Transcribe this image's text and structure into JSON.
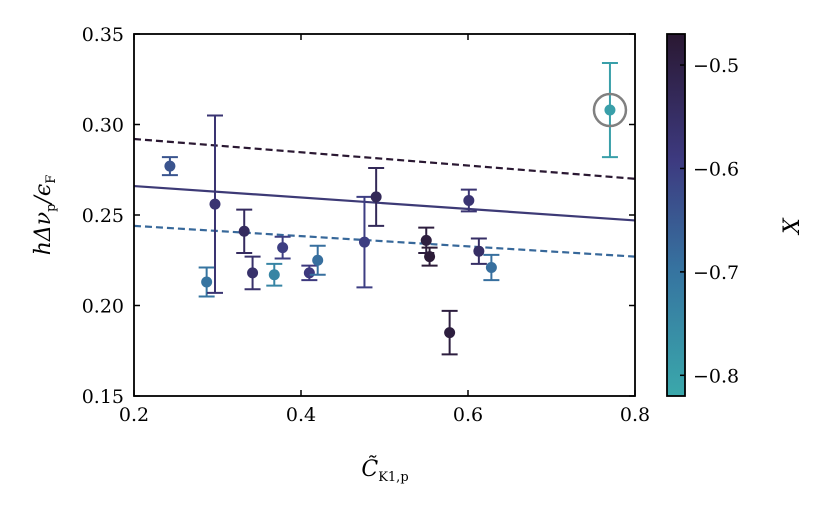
{
  "chart_data": {
    "type": "scatter",
    "xlabel": "C̃",
    "xlabel_sub": "K1,p",
    "ylabel": "hΔν",
    "ylabel_sub": "p",
    "ylabel_tail": "/ϵ",
    "ylabel_tail_sub": "F",
    "xlim": [
      0.2,
      0.8
    ],
    "ylim": [
      0.15,
      0.35
    ],
    "xticks": [
      0.2,
      0.4,
      0.6,
      0.8
    ],
    "xtick_labels": [
      "0.2",
      "0.4",
      "0.6",
      "0.8"
    ],
    "yticks": [
      0.15,
      0.2,
      0.25,
      0.3,
      0.35
    ],
    "ytick_labels": [
      "0.15",
      "0.20",
      "0.25",
      "0.30",
      "0.35"
    ],
    "grid": false,
    "colorbar": {
      "label": "X",
      "range": [
        -0.82,
        -0.47
      ],
      "ticks": [
        -0.5,
        -0.6,
        -0.7,
        -0.8
      ],
      "tick_labels": [
        "−0.5",
        "−0.6",
        "−0.7",
        "−0.8"
      ],
      "color_low": "#3aa8ab",
      "color_high": "#2a1832"
    },
    "points": [
      {
        "x": 0.243,
        "y": 0.277,
        "err": 0.005,
        "c": -0.64
      },
      {
        "x": 0.287,
        "y": 0.213,
        "err": 0.008,
        "c": -0.7
      },
      {
        "x": 0.297,
        "y": 0.256,
        "err": 0.049,
        "c": -0.57
      },
      {
        "x": 0.332,
        "y": 0.241,
        "err": 0.012,
        "c": -0.54
      },
      {
        "x": 0.342,
        "y": 0.218,
        "err": 0.009,
        "c": -0.56
      },
      {
        "x": 0.368,
        "y": 0.217,
        "err": 0.006,
        "c": -0.74
      },
      {
        "x": 0.378,
        "y": 0.232,
        "err": 0.006,
        "c": -0.6
      },
      {
        "x": 0.41,
        "y": 0.218,
        "err": 0.004,
        "c": -0.59
      },
      {
        "x": 0.42,
        "y": 0.225,
        "err": 0.008,
        "c": -0.69
      },
      {
        "x": 0.476,
        "y": 0.235,
        "err": 0.025,
        "c": -0.6
      },
      {
        "x": 0.49,
        "y": 0.26,
        "err": 0.016,
        "c": -0.53
      },
      {
        "x": 0.55,
        "y": 0.236,
        "err": 0.007,
        "c": -0.49
      },
      {
        "x": 0.554,
        "y": 0.227,
        "err": 0.005,
        "c": -0.48
      },
      {
        "x": 0.578,
        "y": 0.185,
        "err": 0.012,
        "c": -0.49
      },
      {
        "x": 0.601,
        "y": 0.258,
        "err": 0.006,
        "c": -0.57
      },
      {
        "x": 0.613,
        "y": 0.23,
        "err": 0.007,
        "c": -0.55
      },
      {
        "x": 0.628,
        "y": 0.221,
        "err": 0.007,
        "c": -0.69
      },
      {
        "x": 0.77,
        "y": 0.308,
        "err": 0.026,
        "c": -0.8,
        "highlight": true
      }
    ],
    "lines": [
      {
        "x": [
          0.2,
          0.8
        ],
        "y": [
          0.292,
          0.27
        ],
        "style": "dashed",
        "color": "#2a1832"
      },
      {
        "x": [
          0.2,
          0.8
        ],
        "y": [
          0.266,
          0.247
        ],
        "style": "solid",
        "color": "#3d3a76"
      },
      {
        "x": [
          0.2,
          0.8
        ],
        "y": [
          0.244,
          0.227
        ],
        "style": "dashed",
        "color": "#37689a"
      }
    ],
    "highlight_ring_color": "#808080"
  }
}
